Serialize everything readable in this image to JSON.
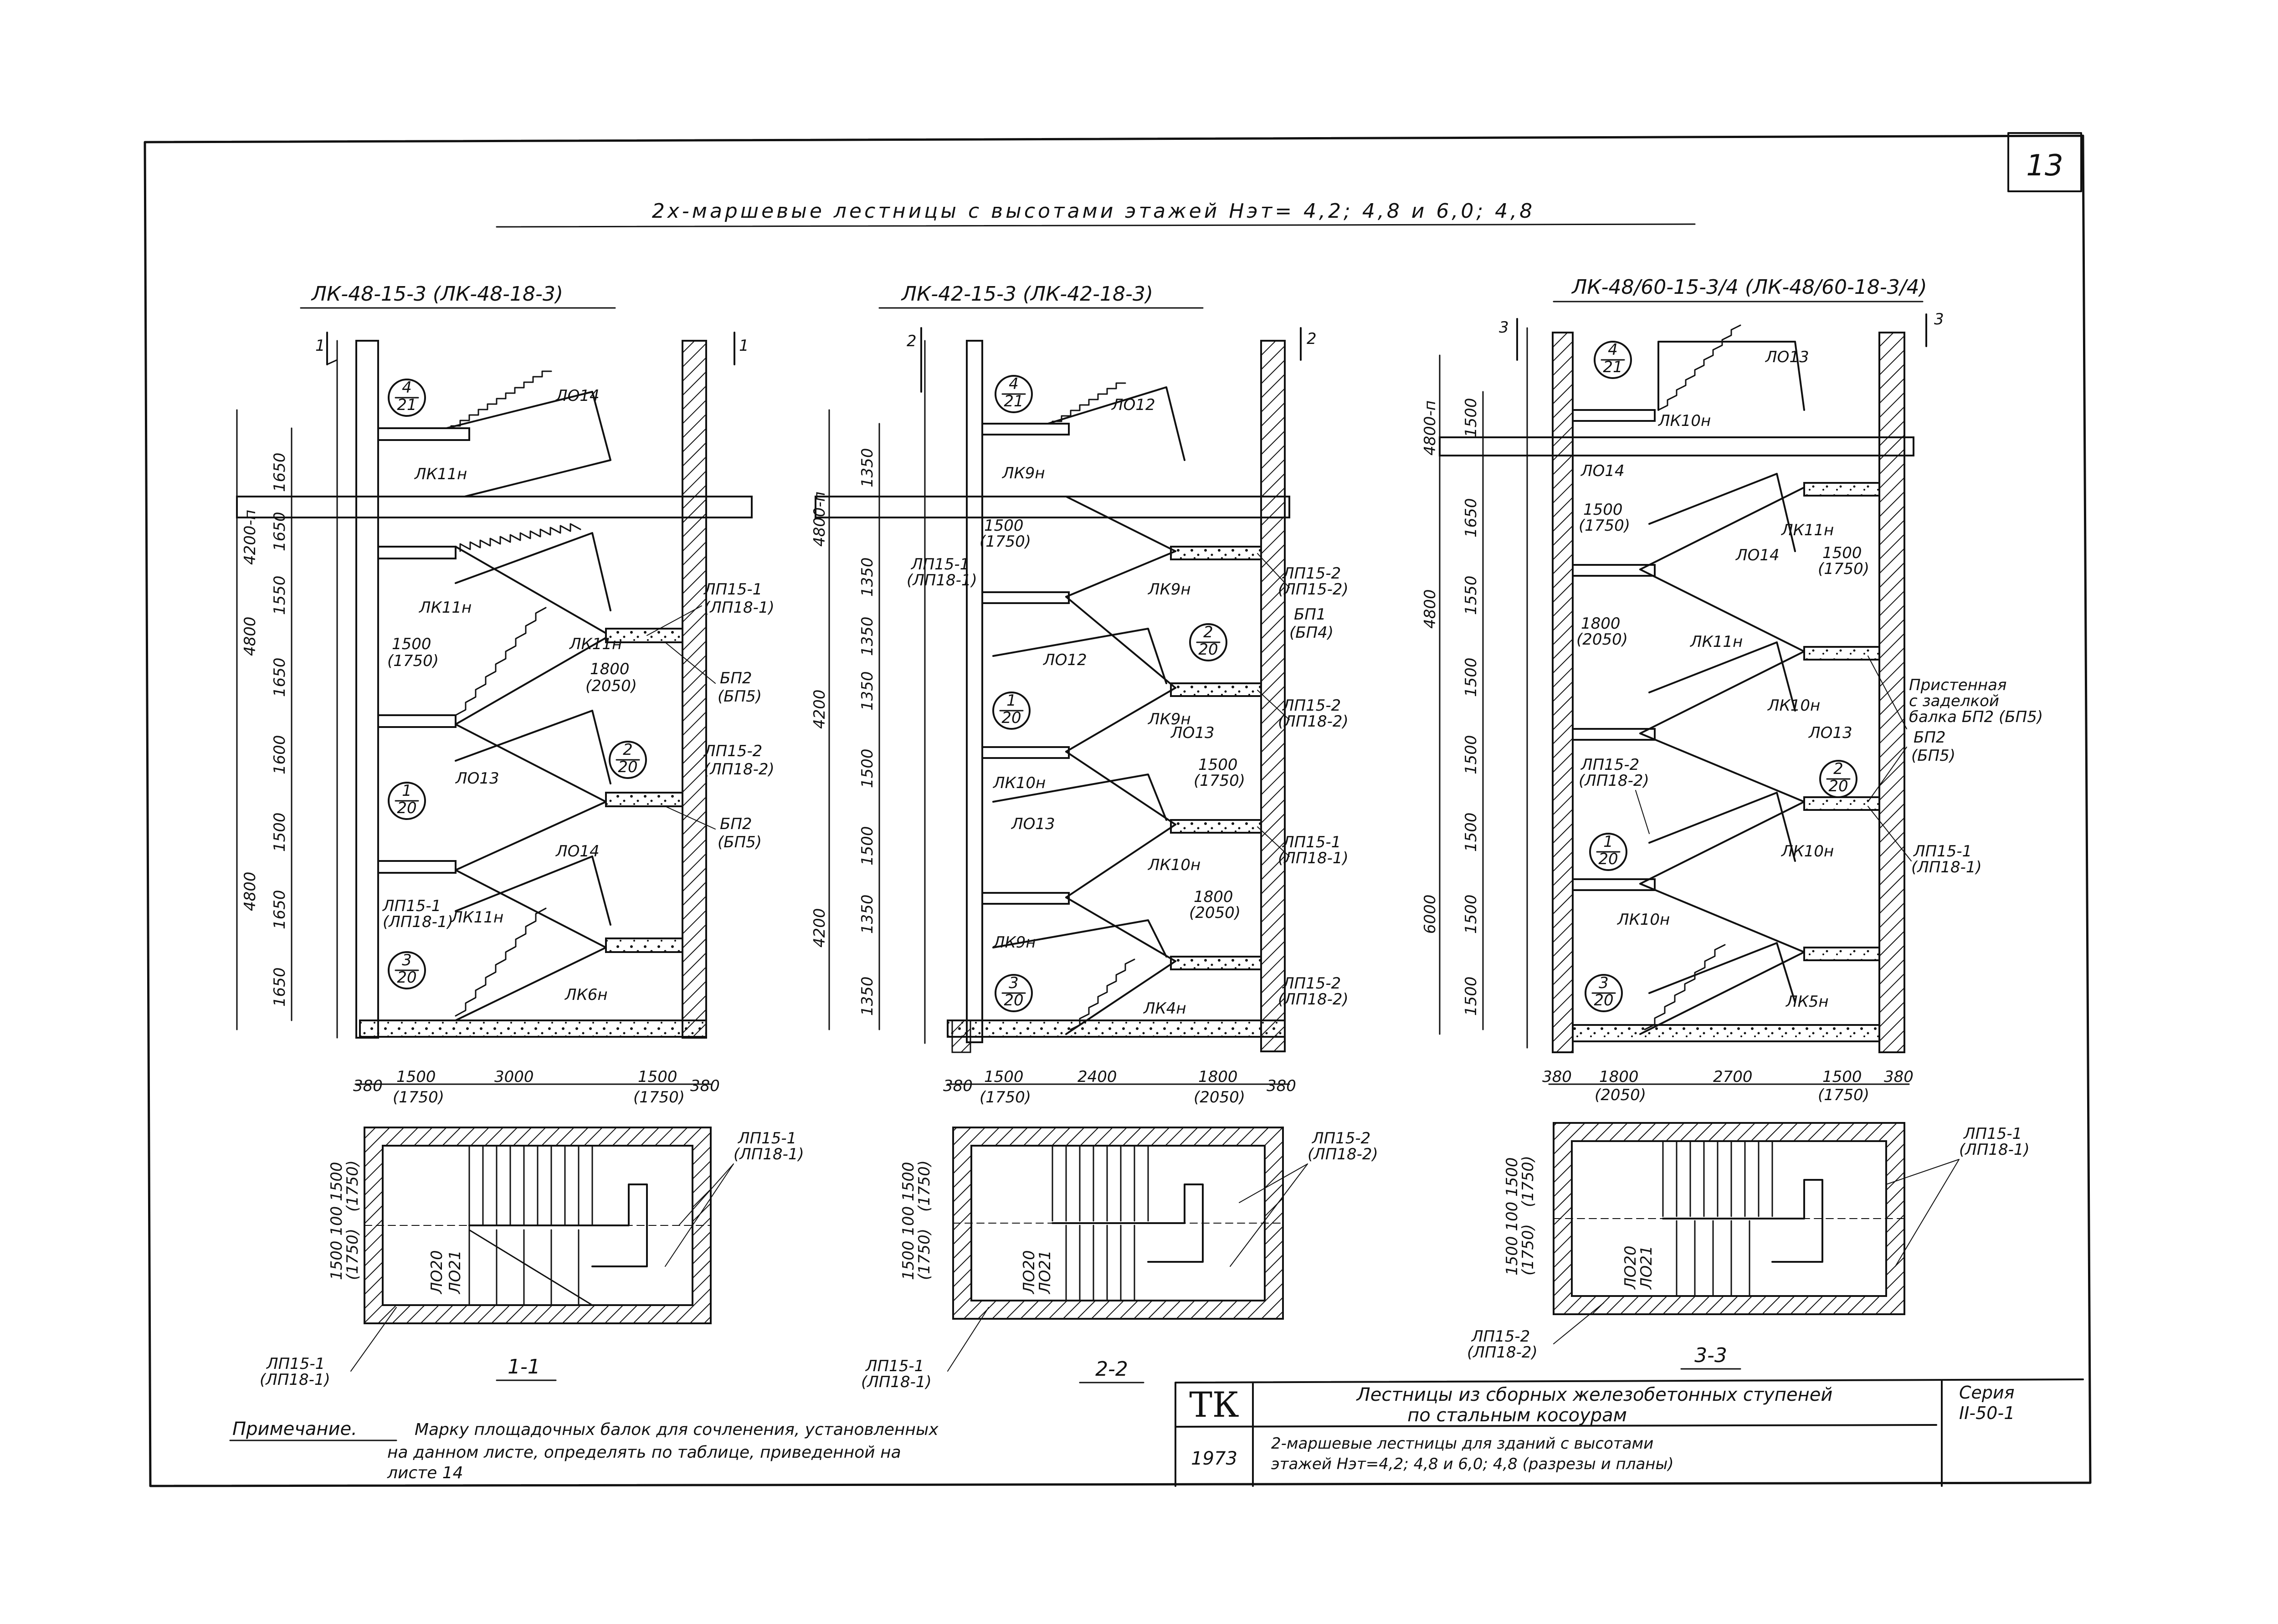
{
  "sheet": {
    "number": "13",
    "title": "2х-маршевые лестницы с высотами этажей Нэт= 4,2; 4,8 и 6,0; 4,8"
  },
  "sections": [
    {
      "title": "ЛК-48-15-3 (ЛК-48-18-3)",
      "cut": "1",
      "cut_label": "1-1",
      "landings": [
        "ЛП15-1",
        "(ЛП18-1)",
        "ЛП15-2",
        "(ЛП18-2)",
        "ЛП15-1",
        "(ЛП18-1)"
      ],
      "beams": [
        "БП2",
        "(БП5)",
        "БП2",
        "(БП5)"
      ],
      "flights": [
        "ЛО14",
        "ЛО13",
        "ЛО14"
      ],
      "steps": [
        "ЛК11н",
        "ЛК11н",
        "ЛК11н",
        "ЛК11н",
        "ЛК6н"
      ],
      "bubbles": [
        {
          "n": "4",
          "d": "21"
        },
        {
          "n": "2",
          "d": "20"
        },
        {
          "n": "1",
          "d": "20"
        },
        {
          "n": "3",
          "d": "20"
        }
      ],
      "inner_dims": [
        "1500",
        "(1750)",
        "1800",
        "(2050)"
      ],
      "level_dims": [
        "4200-п",
        "4800",
        "4800"
      ],
      "vertical_dims": [
        "1650",
        "1650",
        "1550",
        "1650",
        "1600",
        "1500",
        "1650",
        "1650"
      ],
      "bottom_dims": [
        "380",
        "1500",
        "(1750)",
        "3000",
        "1500",
        "(1750)",
        "380"
      ],
      "plan_marks": [
        "ЛП15-1",
        "(ЛП18-1)",
        "ЛО20",
        "ЛО21",
        "ЛП15-1",
        "(ЛП18-1)"
      ],
      "plan_dims": [
        "1500 100 1500",
        "(1750)",
        "(1750)"
      ]
    },
    {
      "title": "ЛК-42-15-3 (ЛК-42-18-3)",
      "cut": "2",
      "cut_label": "2-2",
      "landings": [
        "ЛП15-1",
        "(ЛП18-1)",
        "ЛП15-2",
        "(ЛП15-2)",
        "ЛП15-2",
        "(ЛП18-2)",
        "ЛП15-1",
        "(ЛП18-1)",
        "ЛП15-2",
        "(ЛП18-2)"
      ],
      "beams": [
        "БП1",
        "(БП4)"
      ],
      "flights": [
        "ЛО12",
        "ЛО12",
        "ЛО13",
        "ЛО13"
      ],
      "steps": [
        "ЛК9н",
        "ЛК9н",
        "ЛК9н",
        "ЛК10н",
        "ЛК10н",
        "ЛК9н",
        "ЛК4н"
      ],
      "bubbles": [
        {
          "n": "4",
          "d": "21"
        },
        {
          "n": "2",
          "d": "20"
        },
        {
          "n": "1",
          "d": "20"
        },
        {
          "n": "3",
          "d": "20"
        }
      ],
      "inner_dims": [
        "1500",
        "(1750)",
        "1500",
        "(1750)",
        "1800",
        "(2050)"
      ],
      "level_dims": [
        "4800-п",
        "4200",
        "4200"
      ],
      "vertical_dims": [
        "1350",
        "1350",
        "1350",
        "1350",
        "1500",
        "1500",
        "1350",
        "1350"
      ],
      "bottom_dims": [
        "380",
        "1500",
        "(1750)",
        "2400",
        "1800",
        "(2050)",
        "380"
      ],
      "plan_marks": [
        "ЛП15-2",
        "(ЛП18-2)",
        "ЛО20",
        "ЛО21",
        "ЛП15-1",
        "(ЛП18-1)"
      ],
      "plan_dims": [
        "1500 100 1500",
        "(1750)",
        "(1750)"
      ]
    },
    {
      "title": "ЛК-48/60-15-3/4 (ЛК-48/60-18-3/4)",
      "cut": "3",
      "cut_label": "3-3",
      "landings": [
        "ЛП15-2",
        "(ЛП18-2)",
        "ЛП15-1",
        "(ЛП18-1)"
      ],
      "beams": [
        "БП2",
        "(БП5)"
      ],
      "flights": [
        "ЛО13",
        "ЛО14",
        "ЛО14",
        "ЛО13"
      ],
      "steps": [
        "ЛК10н",
        "ЛК11н",
        "ЛК11н",
        "ЛК10н",
        "ЛК10н",
        "ЛК10н",
        "ЛК5н"
      ],
      "bubbles": [
        {
          "n": "4",
          "d": "21"
        },
        {
          "n": "2",
          "d": "20"
        },
        {
          "n": "1",
          "d": "20"
        },
        {
          "n": "3",
          "d": "20"
        }
      ],
      "inner_dims": [
        "1500",
        "(1750)",
        "1500",
        "(1750)",
        "1800",
        "(2050)"
      ],
      "note_lines": [
        "Пристенная",
        "с заделкой",
        "балка БП2 (БП5)"
      ],
      "level_dims": [
        "4800-п",
        "4800",
        "6000"
      ],
      "vertical_dims": [
        "1500",
        "1650",
        "1550",
        "1500",
        "1500",
        "1500",
        "1500",
        "1500"
      ],
      "bottom_dims": [
        "380",
        "1800",
        "(2050)",
        "2700",
        "1500",
        "(1750)",
        "380"
      ],
      "plan_marks": [
        "ЛП15-1",
        "(ЛП18-1)",
        "ЛО20",
        "ЛО21",
        "ЛП15-2",
        "(ЛП18-2)"
      ],
      "plan_dims": [
        "1500 100 1500",
        "(1750)",
        "(1750)"
      ]
    }
  ],
  "note": {
    "heading": "Примечание.",
    "lines": [
      "Марку площадочных балок для сочленения, установленных",
      "на данном листе, определять по таблице, приведенной на",
      "листе 14"
    ]
  },
  "title_block": {
    "org": "ТК",
    "year": "1973",
    "name_line1": "Лестницы из сборных железобетонных ступеней",
    "name_line2": "по стальным косоурам",
    "desc_line1": "2-маршевые лестницы для зданий с высотами",
    "desc_line2": "этажей Нэт=4,2; 4,8 и 6,0; 4,8 (разрезы и планы)",
    "series_line1": "Серия",
    "series_line2": "II-50-1"
  }
}
